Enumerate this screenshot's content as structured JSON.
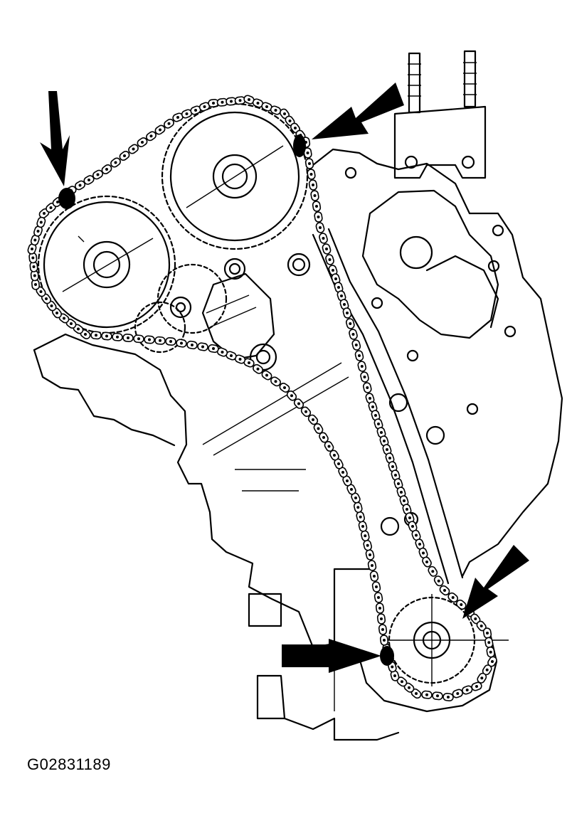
{
  "figure_id": "G02831189",
  "colors": {
    "line": "#000000",
    "background": "#ffffff"
  },
  "callout_arrows": [
    {
      "name": "top-left-arrow"
    },
    {
      "name": "top-right-arrow"
    },
    {
      "name": "bottom-left-arrow"
    },
    {
      "name": "bottom-right-arrow"
    }
  ]
}
